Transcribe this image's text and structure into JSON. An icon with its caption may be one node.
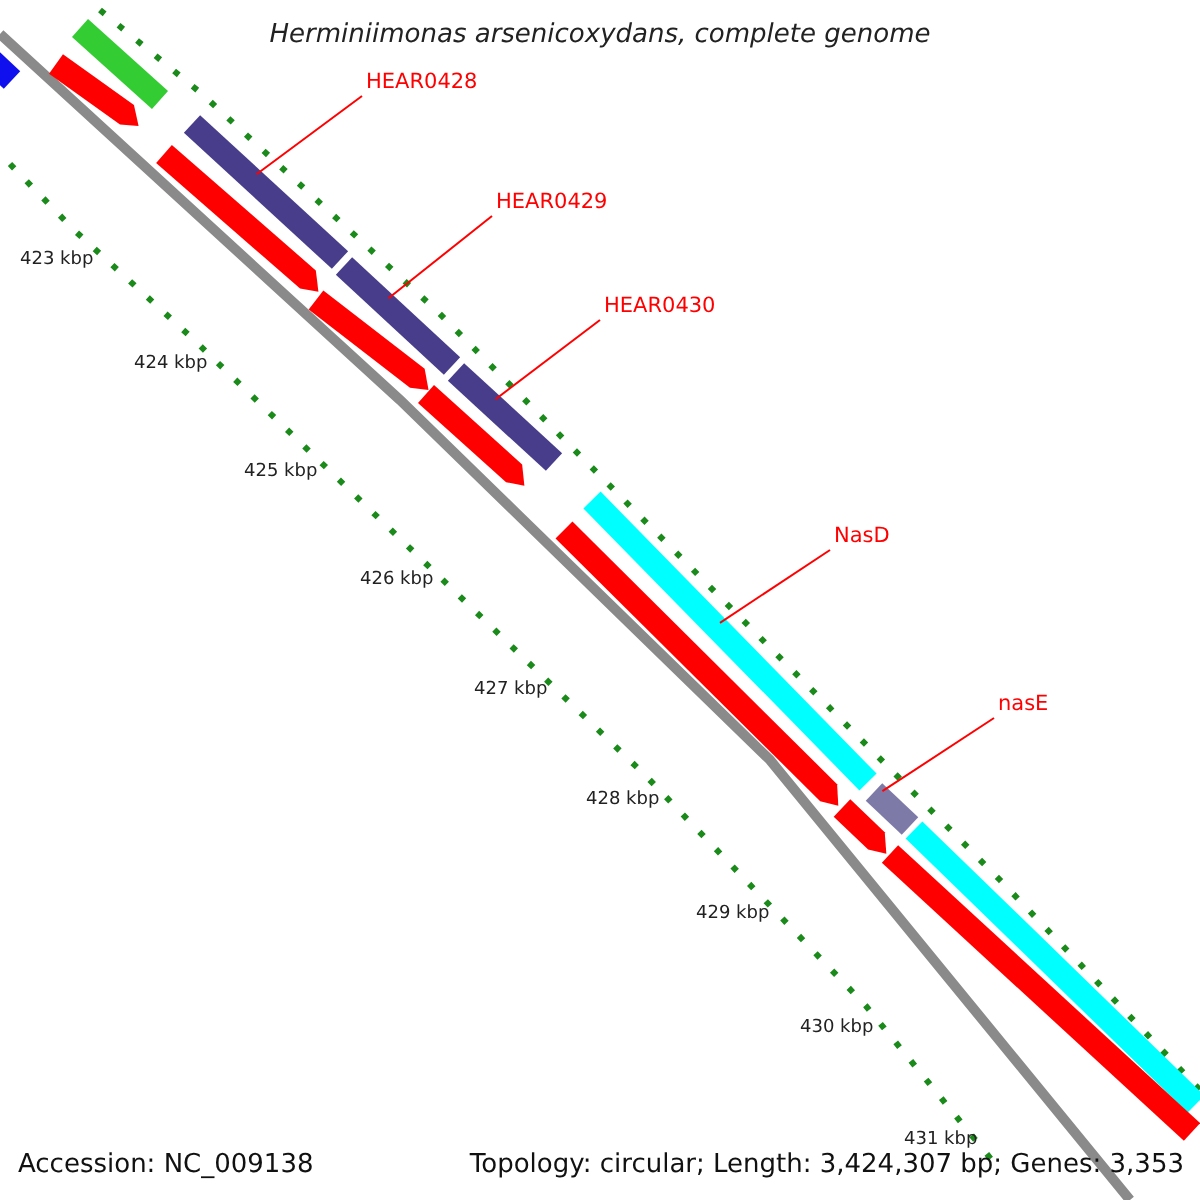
{
  "diagram": {
    "title": "Herminiimonas arsenicoxydans, complete genome",
    "nodes": [
      {
        "text": [
          "HEAR0428"
        ]
      },
      {
        "text": [],
        "shape": "bar"
      },
      {
        "text": [
          "HEAR0429"
        ]
      },
      {
        "text": [],
        "shape": "bar"
      },
      {
        "text": [
          "HEAR0430"
        ]
      },
      {
        "text": [],
        "shape": "bar"
      },
      {
        "text": [
          "NasD"
        ]
      },
      {
        "text": [],
        "shape": "bar"
      },
      {
        "text": [
          "nasE"
        ]
      },
      {
        "text": [],
        "shape": "bar"
      },
      {
        "text": [],
        "shape": "bar"
      },
      {
        "text": [],
        "shape": "bar"
      },
      {
        "text": [],
        "shape": "bar"
      },
      {
        "text": [],
        "shape": "bar"
      },
      {
        "text": [],
        "shape": "bar"
      },
      {
        "text": [],
        "shape": "bar"
      },
      {
        "text": [],
        "shape": "bar"
      },
      {
        "text": [],
        "shape": "bar"
      },
      {
        "text": [],
        "shape": "bar"
      },
      {
        "text": [],
        "shape": "bar"
      }
    ],
    "edges": [
      {
        "from": 0,
        "to": 1,
        "arrow": "none"
      },
      {
        "from": 2,
        "to": 3,
        "arrow": "none"
      },
      {
        "from": 4,
        "to": 5,
        "arrow": "none"
      },
      {
        "from": 6,
        "to": 7,
        "arrow": "none"
      },
      {
        "from": 8,
        "to": 9,
        "arrow": "none"
      }
    ],
    "labels": [
      "423 kbp",
      "424 kbp",
      "425 kbp",
      "426 kbp",
      "427 kbp",
      "428 kbp",
      "429 kbp",
      "430 kbp",
      "431 kbp",
      "Accession: NC_009138",
      "Topology: circular; Length: 3,424,307 bp; Genes: 3,353"
    ]
  }
}
